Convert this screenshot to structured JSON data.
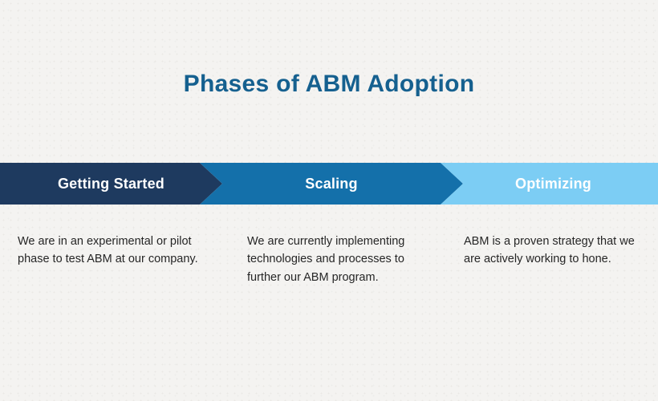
{
  "page": {
    "title": "Phases of ABM Adoption"
  },
  "phases": [
    {
      "label": "Getting Started",
      "description": "We are in an experimental or pilot phase to test ABM at our company.",
      "color": "#1e3a5f"
    },
    {
      "label": "Scaling",
      "description": "We are currently implementing technologies and processes to further our ABM program.",
      "color": "#1470aa"
    },
    {
      "label": "Optimizing",
      "description": "ABM is a proven strategy that we are actively working to hone.",
      "color": "#7ccdf4"
    }
  ],
  "colors": {
    "title_text": "#15608f",
    "banner_text": "#ffffff",
    "body_text": "#262626",
    "background": "#f4f3f1"
  }
}
